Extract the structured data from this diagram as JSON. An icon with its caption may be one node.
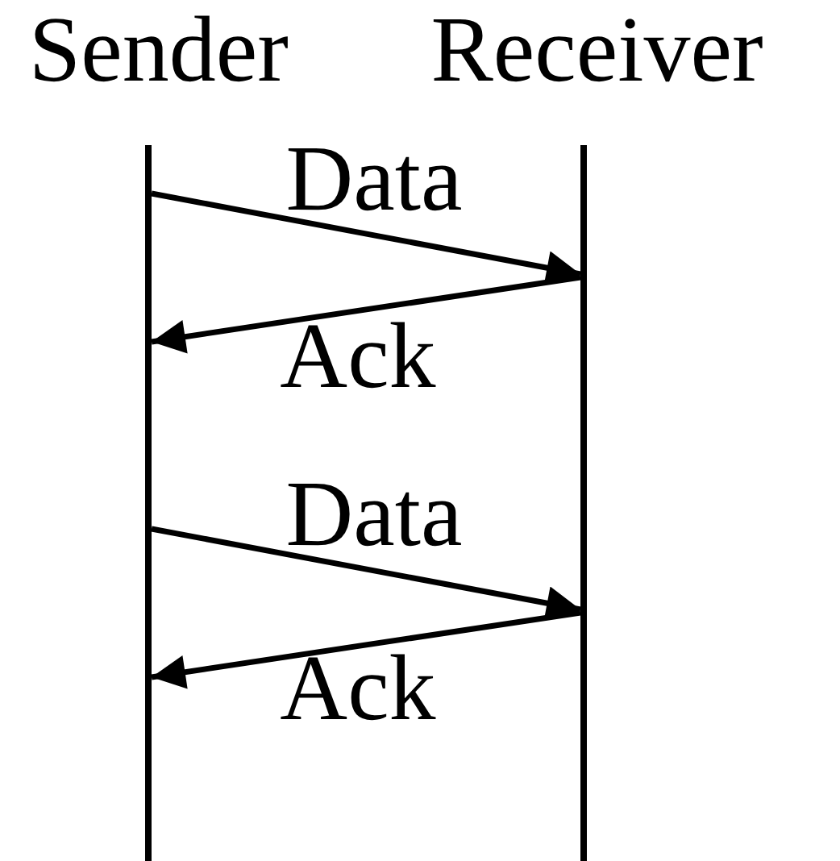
{
  "diagram": {
    "nodes": [
      {
        "text": [
          "Sender"
        ]
      },
      {
        "text": [
          "Receiver"
        ]
      }
    ],
    "edges": [
      {
        "from": 0,
        "to": 1,
        "arrow": "to",
        "label": "Data"
      },
      {
        "from": 1,
        "to": 0,
        "arrow": "to",
        "label": "Ack"
      },
      {
        "from": 0,
        "to": 1,
        "arrow": "to",
        "label": "Data"
      },
      {
        "from": 1,
        "to": 0,
        "arrow": "to",
        "label": "Ack"
      }
    ]
  }
}
